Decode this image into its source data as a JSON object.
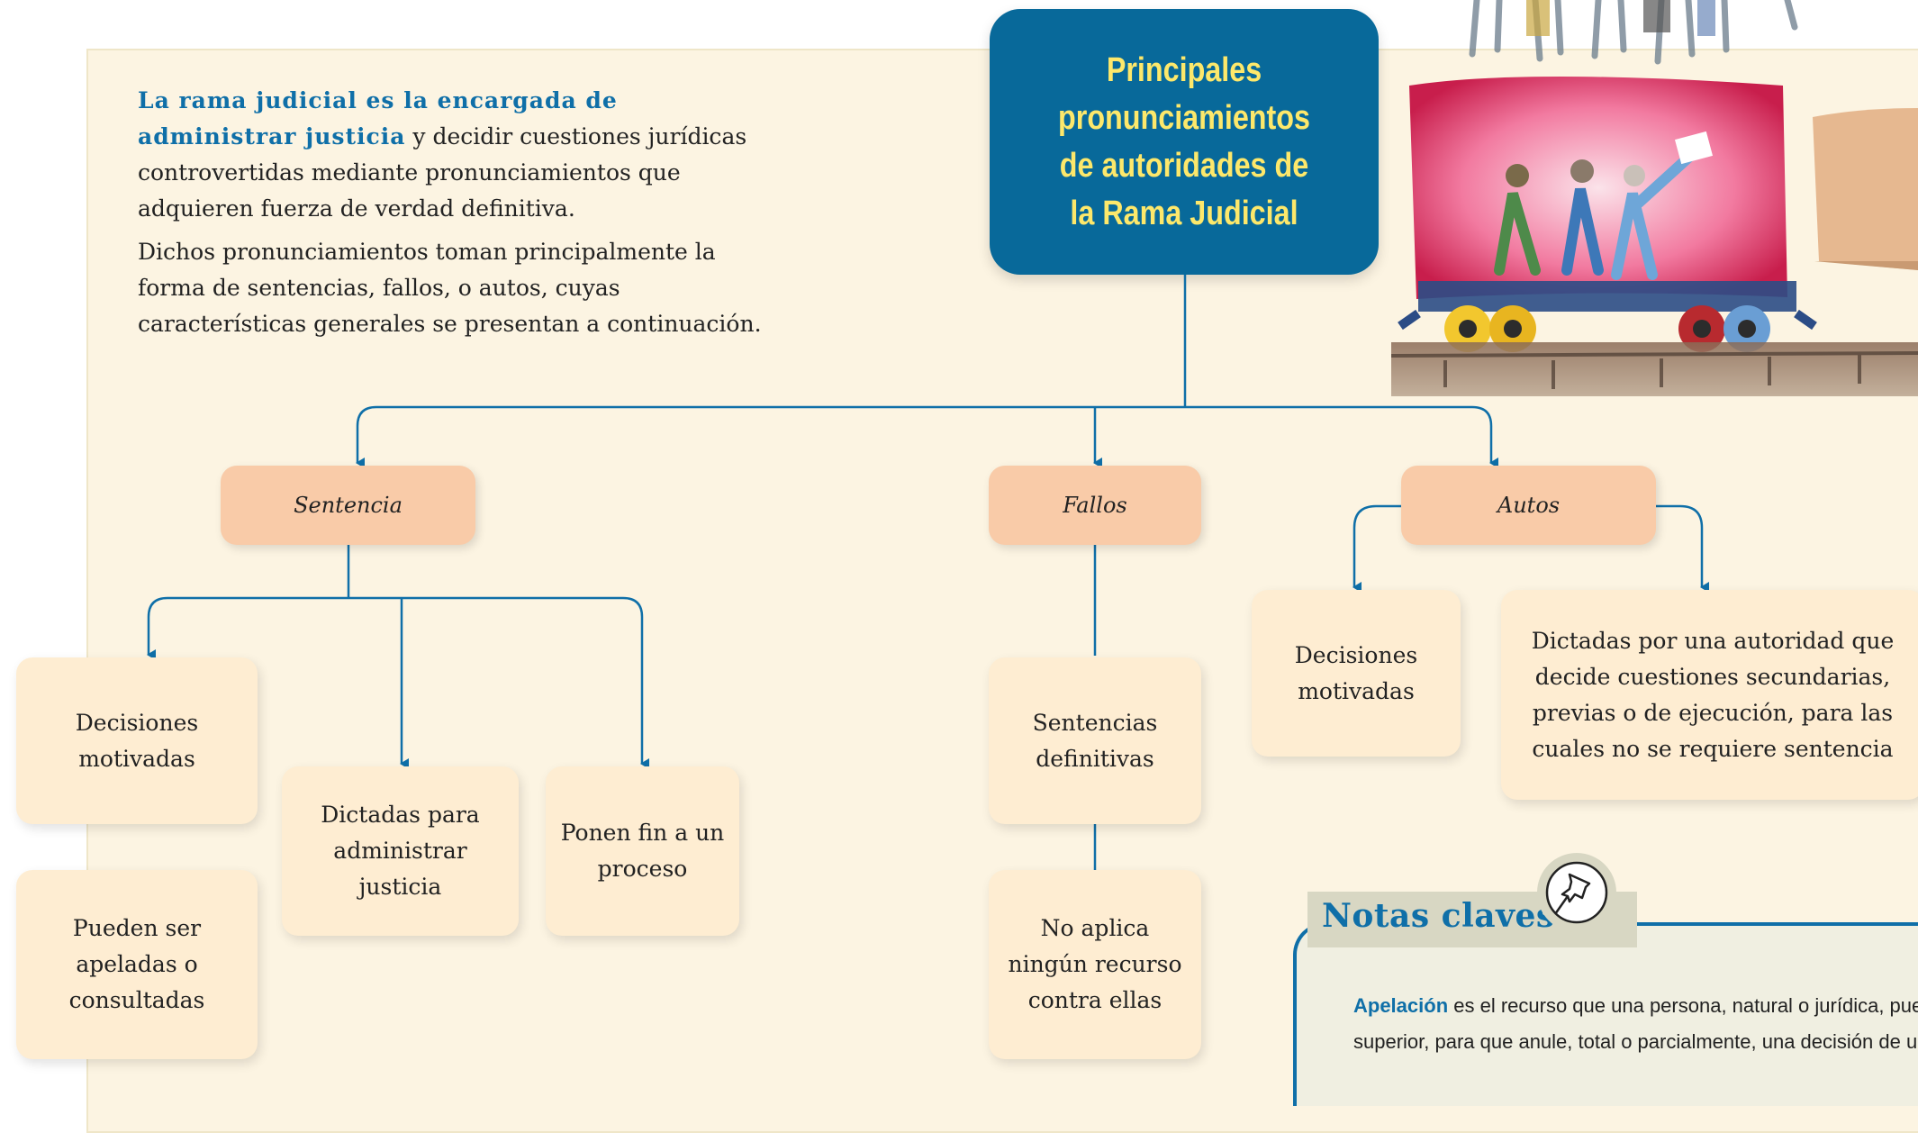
{
  "intro": {
    "bold": "La rama judicial es la encargada de administrar justicia",
    "p1_rest": " y decidir cuestiones jurídicas controvertidas mediante  pronunciamientos que adquieren fuerza de verdad definitiva.",
    "p2": "Dichos pronunciamientos toman principalmente la forma de sentencias, fallos, o autos, cuyas características generales se presentan a continuación."
  },
  "title": "Principales pronunciamientos de autoridades de la Rama Judicial",
  "categories": {
    "sentencia": {
      "label": "Sentencia",
      "items": [
        "Decisiones motivadas",
        "Dictadas para administrar justicia",
        "Ponen fin a un proceso",
        "Pueden ser apeladas o consultadas"
      ]
    },
    "fallos": {
      "label": "Fallos",
      "items": [
        "Sentencias definitivas",
        "No aplica ningún recurso contra  ellas"
      ]
    },
    "autos": {
      "label": "Autos",
      "items": [
        "Decisiones motivadas",
        "Dictadas por una autoridad que decide cuestiones secundarias, previas o de ejecución, para las cuales no se requiere sentencia"
      ]
    }
  },
  "notes": {
    "title": "Notas claves",
    "keyword": "Apelación",
    "line1_rest": " es el recurso que una persona, natural o jurídica, puede pr",
    "line2": "superior, para que anule, total o parcialmente, una decisión de una ju"
  },
  "colors": {
    "accent": "#0f6fa8",
    "title_bg": "#08699a",
    "title_text": "#fde86b",
    "pill": "#f9cba8",
    "card": "#feedd2",
    "panel": "#fcf4e2"
  },
  "icons": {
    "pin": "pushpin-icon",
    "illustration": "children-cart-illustration"
  }
}
